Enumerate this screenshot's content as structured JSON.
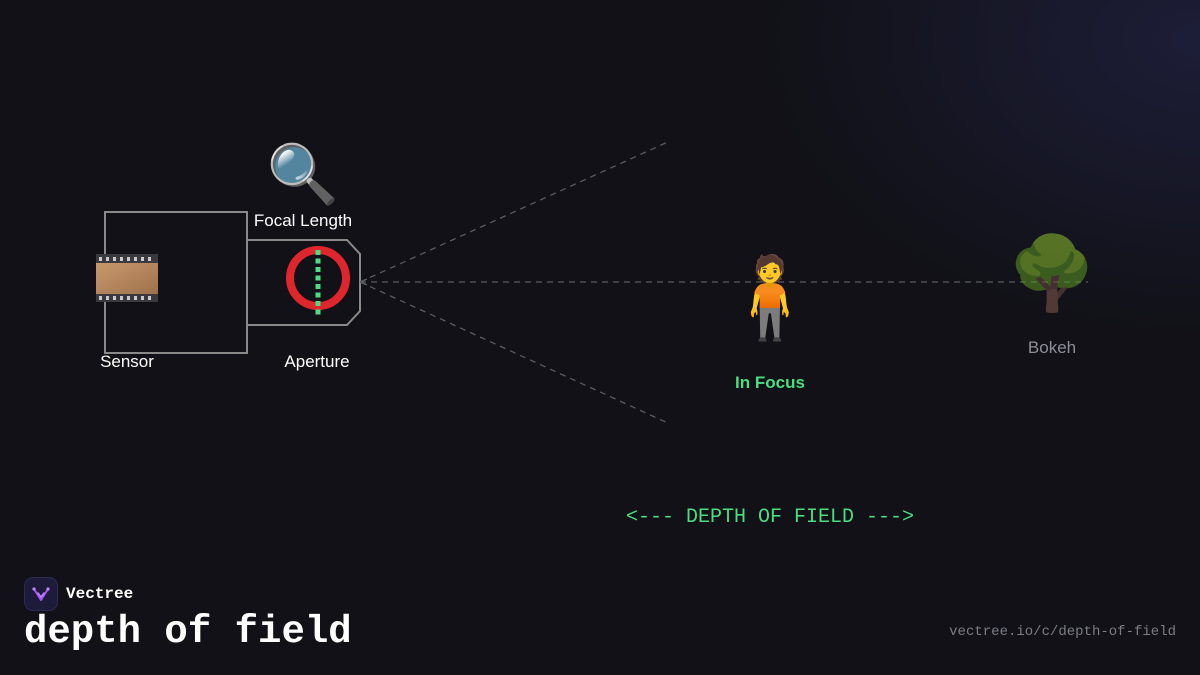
{
  "diagram": {
    "labels": {
      "sensor": "Sensor",
      "focal_length": "Focal Length",
      "aperture": "Aperture",
      "in_focus": "In Focus",
      "bokeh": "Bokeh"
    },
    "icons": {
      "sensor": "film-frame-icon",
      "focal_length": "magnifying-glass-icon",
      "aperture": "hollow-red-circle-icon",
      "subject": "person-standing-icon",
      "background": "deciduous-tree-icon"
    },
    "glyphs": {
      "focal_length": "🔍",
      "aperture": "⭕",
      "subject": "🧍",
      "background": "🌳"
    },
    "depth_of_field_text": "<--- DEPTH OF FIELD --->"
  },
  "branding": {
    "name": "Vectree",
    "title": "depth of field",
    "url": "vectree.io/c/depth-of-field"
  },
  "colors": {
    "background": "#111117",
    "accent_green": "#4ade80",
    "outline": "#8a8a8a",
    "muted_text": "#8f8f99",
    "brand_purple": "#a855f7"
  }
}
